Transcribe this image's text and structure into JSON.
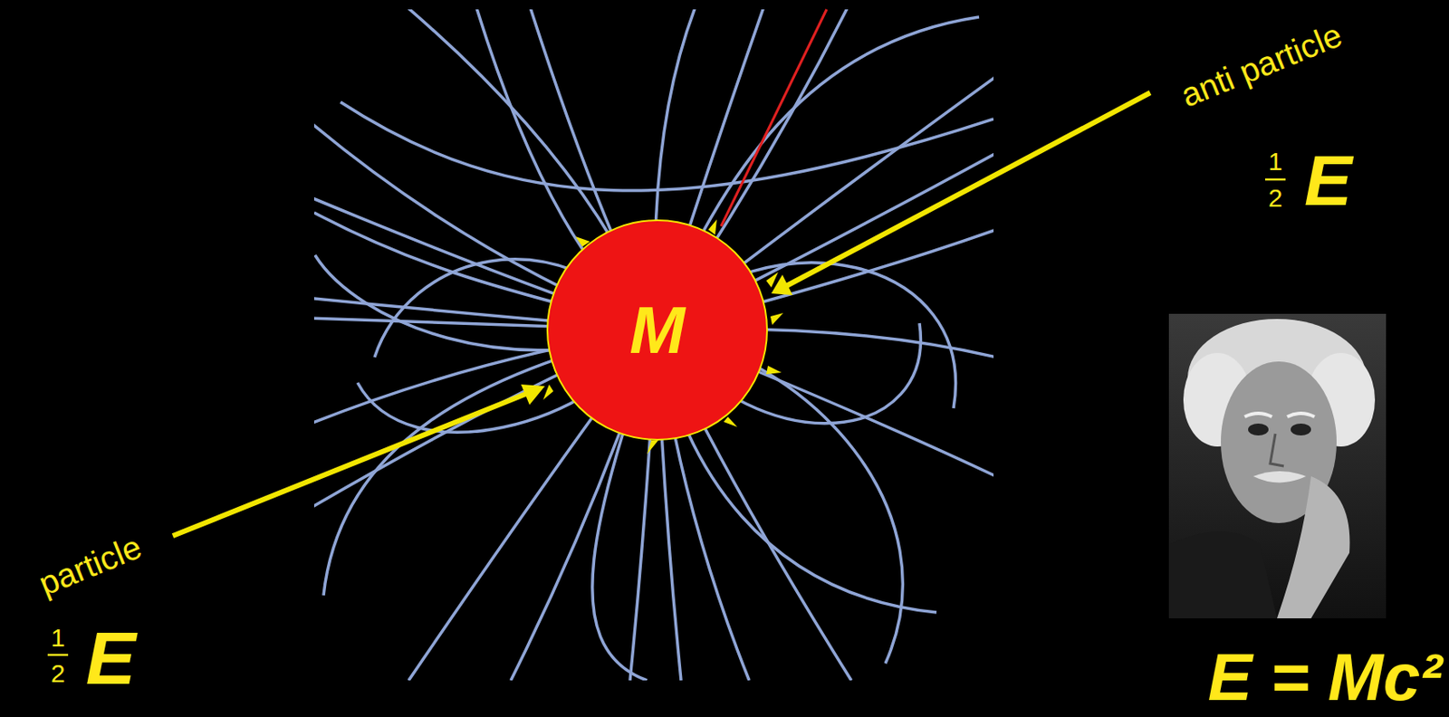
{
  "diagram": {
    "nodes": [
      {
        "text": [
          "M"
        ]
      }
    ],
    "labels": [
      "particle",
      "1",
      "2",
      "E",
      "anti particle",
      "1",
      "2",
      "E",
      "E = Mc²"
    ]
  }
}
